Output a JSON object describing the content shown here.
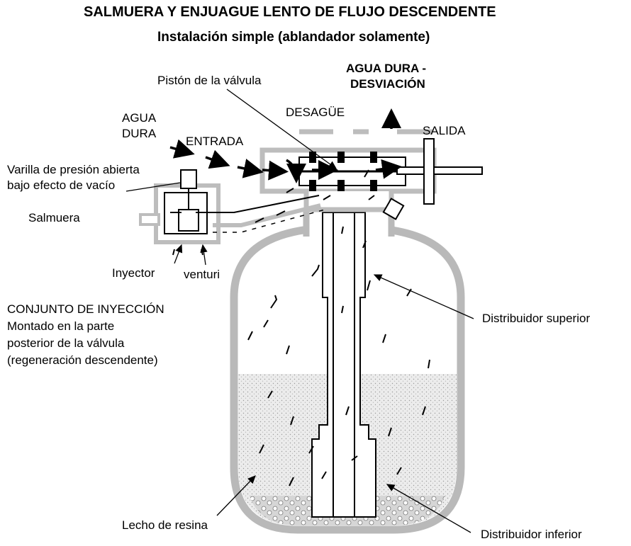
{
  "diagram": {
    "title": "SALMUERA Y ENJUAGUE LENTO DE FLUJO DESCENDENTE",
    "subtitle": "Instalación simple (ablandador solamente)",
    "labels": {
      "piston": "Pistón de la válvula",
      "bypass_line1": "AGUA DURA -",
      "bypass_line2": "DESVIACIÓN",
      "drain": "DESAGÜE",
      "outlet": "SALIDA",
      "hard_water_line1": "AGUA",
      "hard_water_line2": "DURA",
      "inlet": "ENTRADA",
      "pressure_rod_line1": "Varilla de presión abierta",
      "pressure_rod_line2": "bajo efecto de vacío",
      "brine": "Salmuera",
      "injector": "Inyector",
      "venturi": "venturi",
      "assembly_line1": "CONJUNTO DE INYECCIÓN",
      "assembly_line2": "Montado en la parte",
      "assembly_line3": "posterior de la válvula",
      "assembly_line4": "(regeneración descendente)",
      "upper_distributor": "Distribuidor superior",
      "resin_bed": "Lecho de resina",
      "lower_distributor": "Distribuidor inferior"
    },
    "colors": {
      "ink": "#000000",
      "wall": "#bdbdbd",
      "resin": "#e3e3e3",
      "gravel": "#c8c8c8",
      "paper": "#ffffff"
    }
  }
}
